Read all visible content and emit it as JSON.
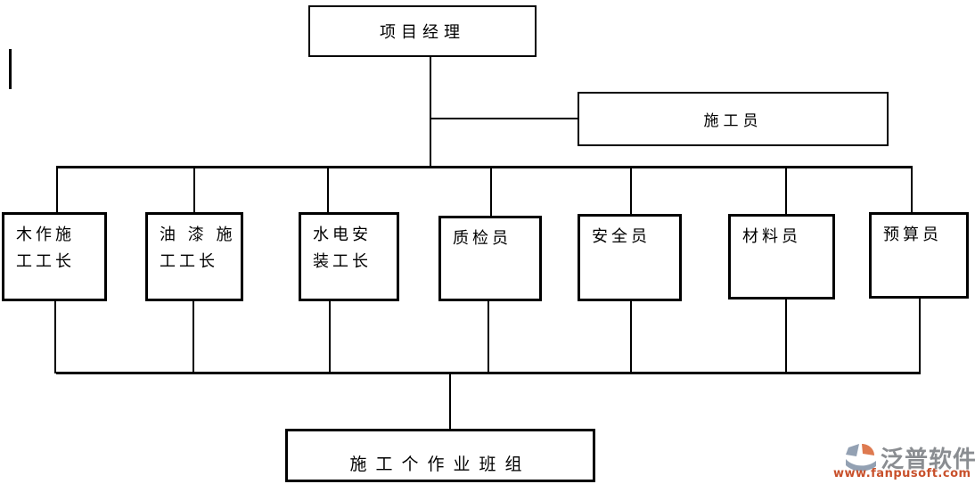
{
  "diagram": {
    "type": "org-chart",
    "nodes": {
      "project_manager": {
        "label": "项目经理"
      },
      "construction_worker": {
        "label": "施工员"
      },
      "row_boxes": [
        {
          "id": "woodwork-foreman",
          "lines": [
            "木作施",
            "工工长"
          ]
        },
        {
          "id": "paint-foreman",
          "lines": [
            "油 漆 施",
            "工工长"
          ]
        },
        {
          "id": "plumbing-electric-foreman",
          "lines": [
            "水电安",
            "装工长"
          ]
        },
        {
          "id": "quality-inspector",
          "lines": [
            "质检员"
          ]
        },
        {
          "id": "safety-officer",
          "lines": [
            "安全员"
          ]
        },
        {
          "id": "material-officer",
          "lines": [
            "材料员"
          ]
        },
        {
          "id": "budget-officer",
          "lines": [
            "预算员"
          ]
        }
      ],
      "work_teams": {
        "label": "施工个作业班组"
      }
    },
    "line_color": "#000000"
  },
  "watermark": {
    "brand": "泛普软件",
    "url": "www.fanpusoft.com",
    "brand_color": "#8a8d91",
    "url_color": "#c8502b",
    "logo_orange": "#de7a50",
    "logo_gray": "#93a1b3"
  }
}
